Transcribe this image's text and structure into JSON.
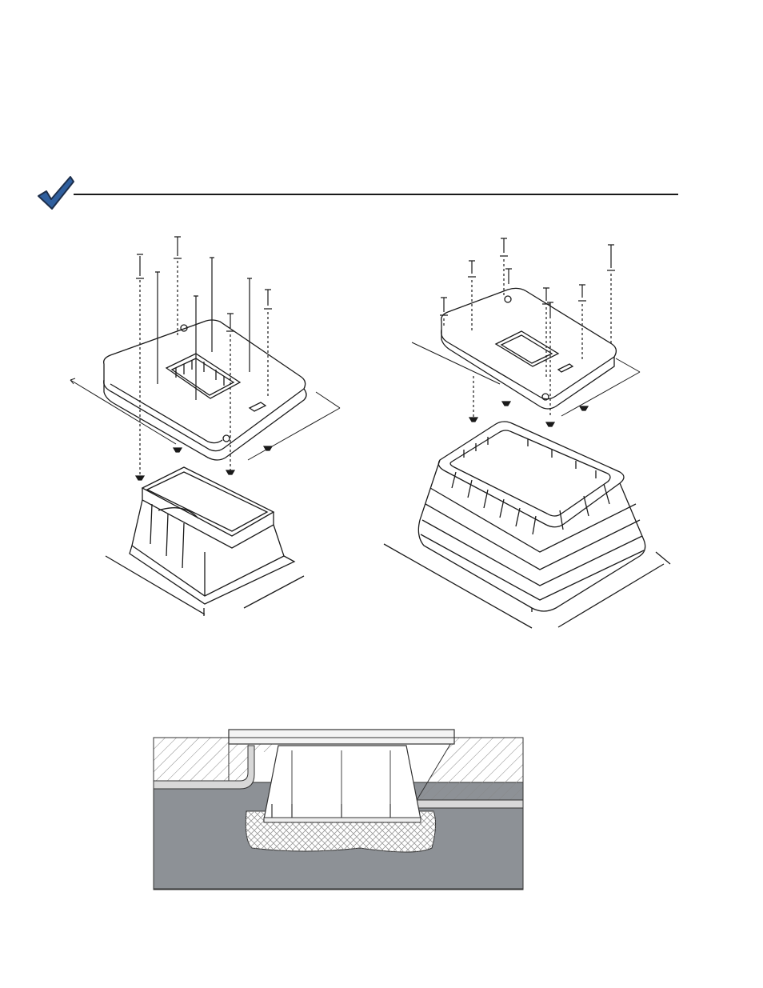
{
  "page": {
    "checkmark_color": "#2f5f9e",
    "rule_color": "#1a1a1a",
    "line_color": "#1a1a1a",
    "soil_color": "#8d9196",
    "gravel_color": "#ffffff"
  },
  "figures": [
    {
      "name": "exploded-view-standard-box",
      "icon": "exploded-assembly-drawing"
    },
    {
      "name": "exploded-view-jumbo-box",
      "icon": "exploded-assembly-drawing"
    },
    {
      "name": "installation-cross-section",
      "icon": "cross-section-drawing"
    }
  ]
}
